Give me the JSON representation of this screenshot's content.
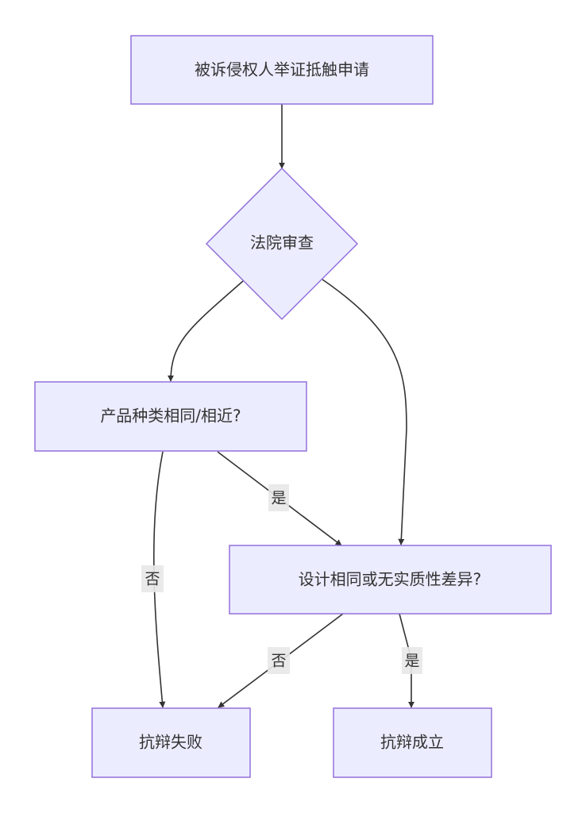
{
  "nodes": {
    "request": {
      "label": "被诉侵权人举证抵触申请",
      "shape": "rect"
    },
    "review": {
      "label": "法院审查",
      "shape": "diamond"
    },
    "same_category": {
      "label": "产品种类相同/相近?",
      "shape": "rect"
    },
    "same_design": {
      "label": "设计相同或无实质性差异?",
      "shape": "rect"
    },
    "defense_failed": {
      "label": "抗辩失败",
      "shape": "rect"
    },
    "defense_valid": {
      "label": "抗辩成立",
      "shape": "rect"
    }
  },
  "edges": [
    {
      "from": "request",
      "to": "review",
      "label": ""
    },
    {
      "from": "review",
      "to": "same_category",
      "label": ""
    },
    {
      "from": "review",
      "to": "same_design",
      "label": ""
    },
    {
      "from": "same_category",
      "to": "same_design",
      "label": "是"
    },
    {
      "from": "same_category",
      "to": "defense_failed",
      "label": "否"
    },
    {
      "from": "same_design",
      "to": "defense_failed",
      "label": "否"
    },
    {
      "from": "same_design",
      "to": "defense_valid",
      "label": "是"
    }
  ],
  "colors": {
    "node_fill": "#ececff",
    "node_stroke": "#9370db",
    "edge": "#333333",
    "label_bg": "#e8e8e8",
    "text": "#333333"
  }
}
